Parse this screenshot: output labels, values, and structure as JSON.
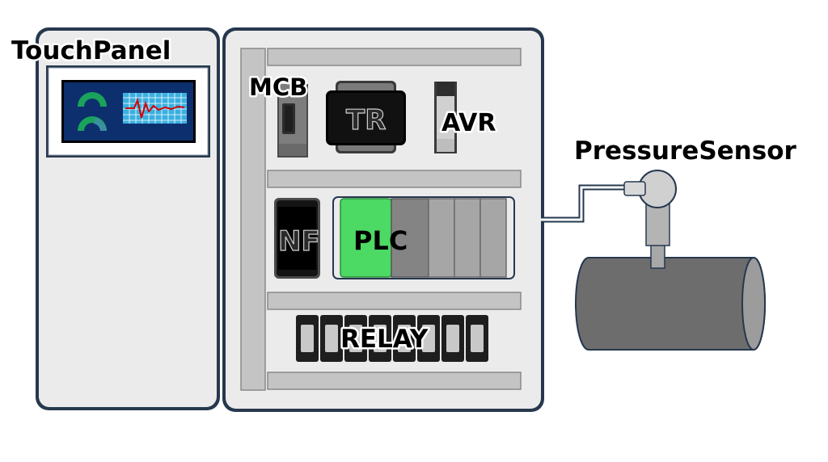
{
  "labels": {
    "touch_panel": "TouchPanel",
    "mcb": "MCB",
    "tr": "TR",
    "avr": "AVR",
    "nf": "NF",
    "plc": "PLC",
    "relay": "RELAY",
    "pressure_sensor": "PressureSensor"
  },
  "colors": {
    "panel_fill": "#ebebeb",
    "panel_border": "#26384e",
    "rail": "#c4c4c4",
    "screen": "#0e2f6e",
    "gauge_green": "#1aa35a",
    "gauge_teal": "#3a8fa0",
    "chart_bg": "#3bb0e0",
    "chart_line": "#d40000",
    "plc_green": "#4cd964",
    "module_grey": "#a6a6a6",
    "pipe": "#6d6d6d"
  }
}
